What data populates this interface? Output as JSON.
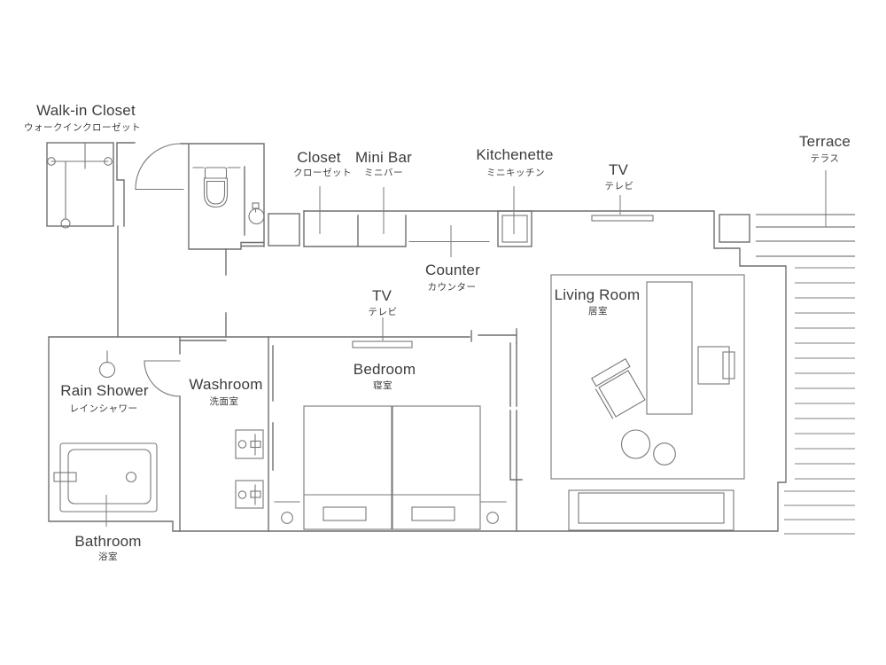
{
  "page": {
    "type": "hotel-room-floor-plan",
    "background": "#ffffff"
  },
  "colors": {
    "wall_line": "#6f6f6f",
    "furniture_line": "#787878",
    "deck_line": "#9b9b9b",
    "label_text": "#3c3c3c"
  },
  "labels": {
    "walk_in_closet": {
      "en": "Walk-in Closet",
      "jp": "ウォークインクローゼット"
    },
    "closet": {
      "en": "Closet",
      "jp": "クローゼット"
    },
    "mini_bar": {
      "en": "Mini Bar",
      "jp": "ミニバー"
    },
    "kitchenette": {
      "en": "Kitchenette",
      "jp": "ミニキッチン"
    },
    "tv_top": {
      "en": "TV",
      "jp": "テレビ"
    },
    "terrace": {
      "en": "Terrace",
      "jp": "テラス"
    },
    "counter": {
      "en": "Counter",
      "jp": "カウンター"
    },
    "tv_bedroom": {
      "en": "TV",
      "jp": "テレビ"
    },
    "living_room": {
      "en": "Living Room",
      "jp": "居室"
    },
    "bedroom": {
      "en": "Bedroom",
      "jp": "寝室"
    },
    "washroom": {
      "en": "Washroom",
      "jp": "洗面室"
    },
    "rain_shower": {
      "en": "Rain Shower",
      "jp": "レインシャワー"
    },
    "bathroom": {
      "en": "Bathroom",
      "jp": "浴室"
    }
  },
  "fixtures": [
    "hanger-rod",
    "entry-door",
    "toilet",
    "round-sink",
    "pillar-box",
    "mini-bar-counter",
    "kitchenette-unit",
    "wall-tv",
    "terrace-decking",
    "rain-shower-head",
    "bathtub",
    "vanity-sink",
    "vanity-sink",
    "twin-bed",
    "twin-bed",
    "bedside-stool",
    "bedside-stool",
    "sliding-doors",
    "living-rug",
    "long-table",
    "armchair",
    "lounge-chair",
    "round-table",
    "round-stool",
    "window-bench"
  ]
}
